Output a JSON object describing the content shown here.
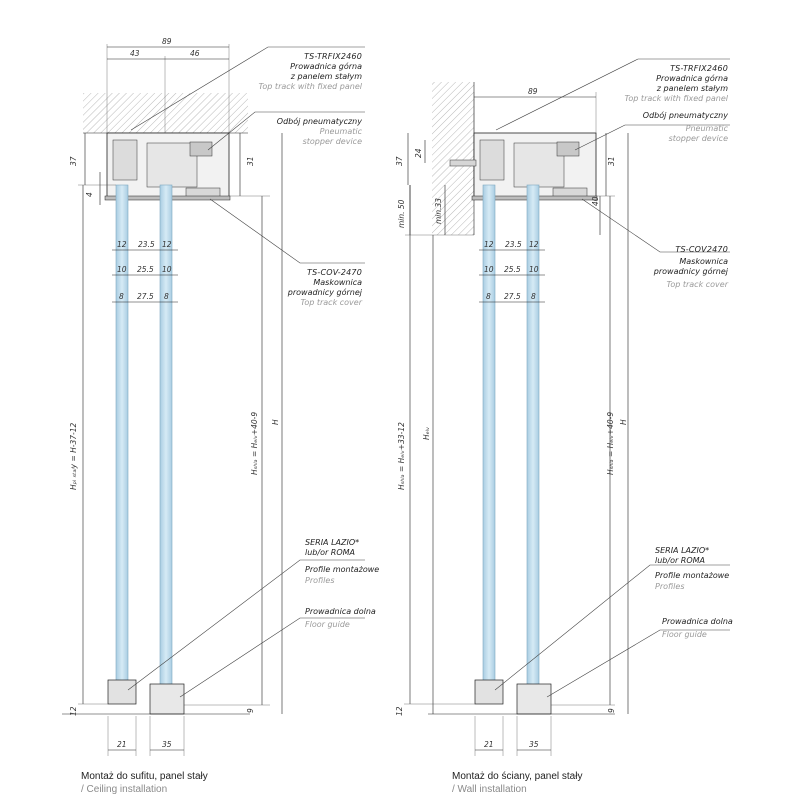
{
  "ceiling": {
    "dims": {
      "total": "89",
      "left": "43",
      "right": "46",
      "h37": "37",
      "h31": "31",
      "h4": "4",
      "g1a": "12",
      "g1b": "23.5",
      "g1c": "12",
      "g2a": "10",
      "g2b": "25.5",
      "g2c": "10",
      "g3a": "8",
      "g3b": "27.5",
      "g3c": "8",
      "b12": "12",
      "b9": "9",
      "b21": "21",
      "b35": "35",
      "v_panel": "Hₚₗ ₛₜₐₗy = H-37-12",
      "v_leaf": "Hₛₕₗₐ = Hₑₗᵥ+40-9",
      "v_h": "H"
    },
    "labels": {
      "top_code": "TS-TRFIX2460",
      "top_pl1": "Prowadnica górna",
      "top_pl2": "z panelem stałym",
      "top_en": "Top track with fixed panel",
      "stop_pl": "Odbój pneumatyczny",
      "stop_en1": "Pneumatic",
      "stop_en2": "stopper device",
      "cover_code": "TS-COV-2470",
      "cover_pl1": "Maskownica",
      "cover_pl2": "prowadnicy górnej",
      "cover_en": "Top track cover",
      "seria1": "SERIA LAZIO*",
      "seria2": "lub/or ROMA",
      "prof_pl": "Profile montażowe",
      "prof_en": "Profiles",
      "floor_pl": "Prowadnica dolna",
      "floor_en": "Floor guide"
    },
    "caption_pl": "Montaż do sufitu, panel stały",
    "caption_en": "/ Ceiling installation"
  },
  "wall": {
    "dims": {
      "total": "89",
      "h37": "37",
      "h24": "24",
      "h31": "31",
      "min50": "min. 50",
      "min33": "min.33",
      "h40": "40",
      "g1a": "12",
      "g1b": "23.5",
      "g1c": "12",
      "g2a": "10",
      "g2b": "25.5",
      "g2c": "10",
      "g3a": "8",
      "g3b": "27.5",
      "g3c": "8",
      "b12": "12",
      "b9": "9",
      "b21": "21",
      "b35": "35",
      "v_panel": "Hₛₕₗₐ = Hₑₗᵥ+33-12",
      "v_elv": "Hₑₗᵥ",
      "v_leaf": "Hₛₕₗₐ = Hₑₗᵥ+40-9",
      "v_h": "H"
    },
    "labels": {
      "top_code": "TS-TRFIX2460",
      "top_pl1": "Prowadnica górna",
      "top_pl2": "z panelem stałym",
      "top_en": "Top track with fixed panel",
      "stop_pl": "Odbój pneumatyczny",
      "stop_en1": "Pneumatic",
      "stop_en2": "stopper device",
      "cover_code": "TS-COV2470",
      "cover_pl1": "Maskownica",
      "cover_pl2": "prowadnicy górnej",
      "cover_en": "Top track cover",
      "seria1": "SERIA LAZIO*",
      "seria2": "lub/or ROMA",
      "prof_pl": "Profile montażowe",
      "prof_en": "Profiles",
      "floor_pl": "Prowadnica dolna",
      "floor_en": "Floor guide"
    },
    "caption_pl": "Montaż do ściany, panel stały",
    "caption_en": "/ Wall installation"
  },
  "colors": {
    "glass": "#bcd9ea",
    "glass_edge": "#8fb6cc",
    "metal": "#e4e4e4",
    "hatch": "#9a9a9a"
  }
}
